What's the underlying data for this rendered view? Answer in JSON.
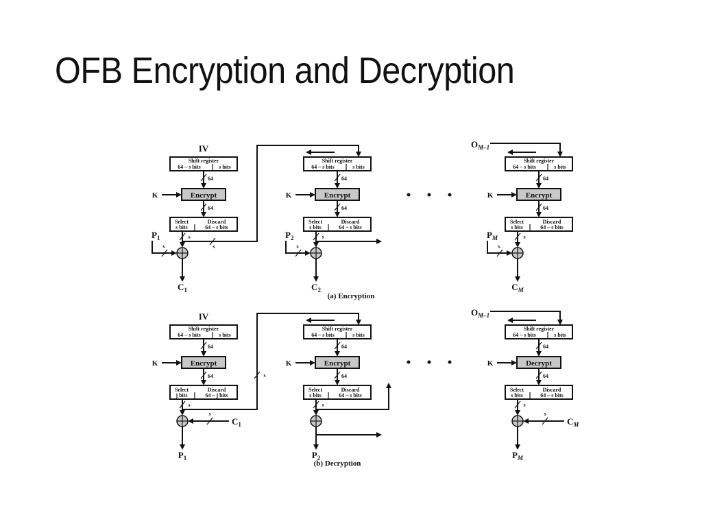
{
  "slide": {
    "title": "OFB Encryption and Decryption"
  },
  "diagram": {
    "encryption": {
      "caption": "(a) Encryption",
      "stages": [
        {
          "input_label": "IV",
          "cipher_label": "Encrypt",
          "plain_label": "P",
          "plain_sub": "1",
          "out_label": "C",
          "out_sub": "1",
          "select_top": "Select",
          "select_bottom": "s bits",
          "discard_top": "Discard",
          "discard_bottom": "64 – s bits"
        },
        {
          "input_label": "",
          "cipher_label": "Encrypt",
          "plain_label": "P",
          "plain_sub": "2",
          "out_label": "C",
          "out_sub": "2",
          "select_top": "Select",
          "select_bottom": "s bits",
          "discard_top": "Discard",
          "discard_bottom": "64 – s bits"
        },
        {
          "input_label": "O",
          "input_sub": "M–1",
          "cipher_label": "Encrypt",
          "plain_label": "P",
          "plain_sub": "M",
          "out_label": "C",
          "out_sub": "M",
          "select_top": "Select",
          "select_bottom": "s bits",
          "discard_top": "Discard",
          "discard_bottom": "64 – s bits"
        }
      ]
    },
    "decryption": {
      "caption": "(b) Decryption",
      "stages": [
        {
          "input_label": "IV",
          "cipher_label": "Encrypt",
          "cin_label": "C",
          "cin_sub": "1",
          "out_label": "P",
          "out_sub": "1",
          "select_top": "Select",
          "select_bottom": "j bits",
          "discard_top": "Discard",
          "discard_bottom": "64 – j bits"
        },
        {
          "input_label": "",
          "cipher_label": "Encrypt",
          "cin_label": "",
          "cin_sub": "",
          "out_label": "P",
          "out_sub": "2",
          "select_top": "Select",
          "select_bottom": "s bits",
          "discard_top": "Discard",
          "discard_bottom": "64 – s bits"
        },
        {
          "input_label": "O",
          "input_sub": "M–1",
          "cipher_label": "Decrypt",
          "cin_label": "C",
          "cin_sub": "M",
          "out_label": "P",
          "out_sub": "M",
          "select_top": "Select",
          "select_bottom": "s bits",
          "discard_top": "Discard",
          "discard_bottom": "64 – s bits"
        }
      ]
    },
    "common": {
      "shift_register": "Shift register",
      "shift_left": "64 – s bits",
      "shift_right": "s bits",
      "width_64": "64",
      "width_s": "s",
      "key": "K",
      "ellipsis": "• • •"
    }
  }
}
